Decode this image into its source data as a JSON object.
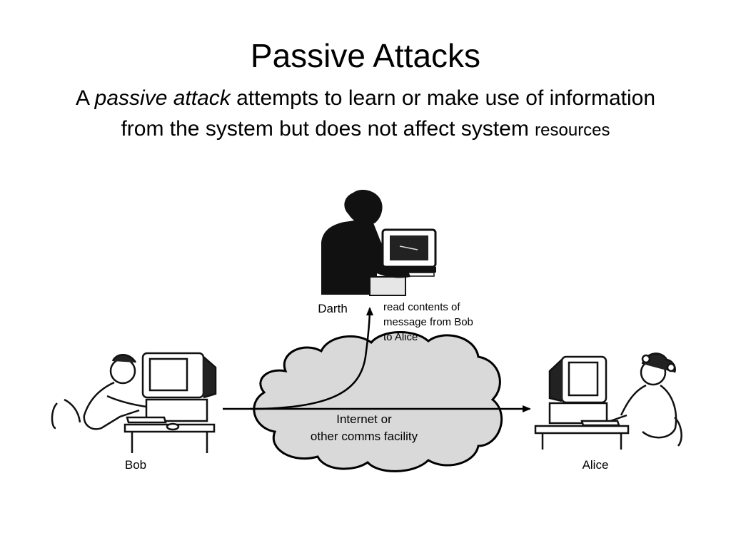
{
  "slide": {
    "title": "Passive Attacks",
    "subtitle": {
      "prefix": "A ",
      "emphasis": "passive attack",
      "line1_rest": " attempts to learn or make use of information",
      "line2": "from the system but does not affect system ",
      "line2_small": "resources"
    }
  },
  "diagram": {
    "nodes": {
      "darth": "Darth",
      "bob": "Bob",
      "alice": "Alice"
    },
    "cloud_label_line1": "Internet or",
    "cloud_label_line2": "other comms facility",
    "annotation_lines": [
      "read contents of",
      "message from Bob",
      "to Alice"
    ]
  }
}
